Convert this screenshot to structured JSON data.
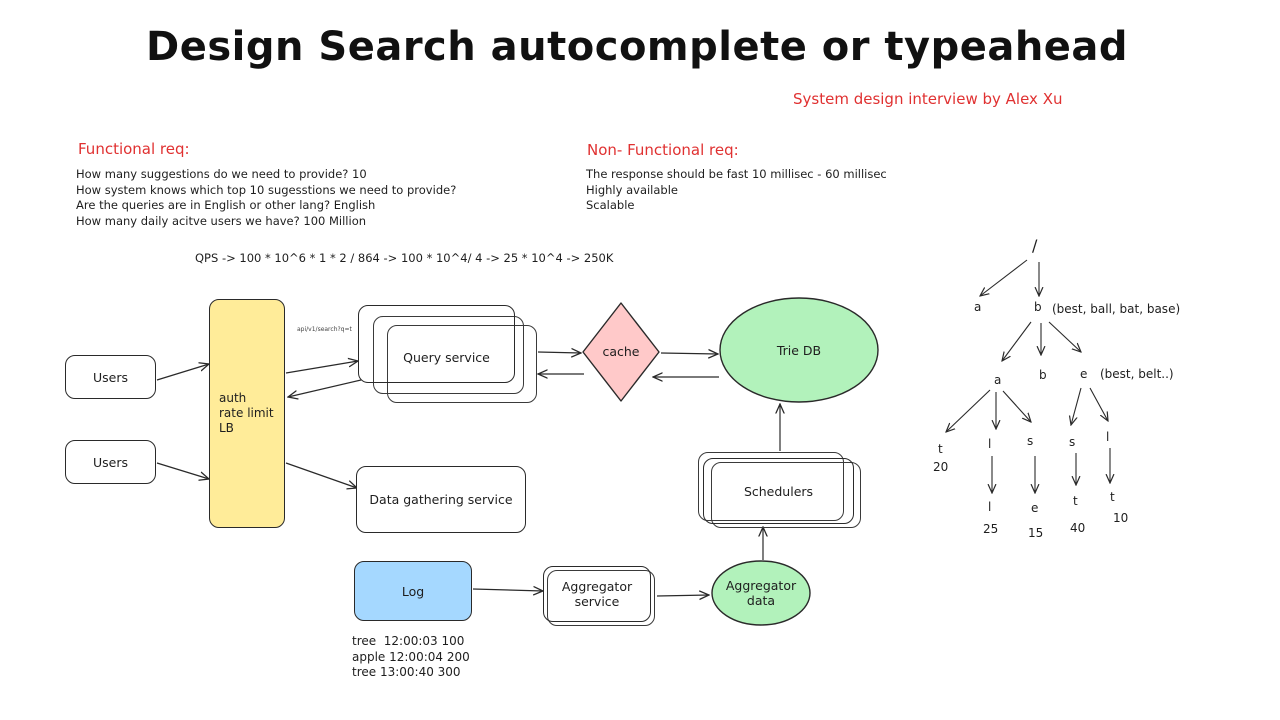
{
  "title": "Design Search autocomplete or typeahead",
  "subtitle": "System design interview by Alex Xu",
  "functional": {
    "heading": "Functional req:",
    "items": [
      "How many suggestions do we need to provide? 10",
      "How system knows which top 10 sugesstions we need to provide?",
      "Are the queries are in English or other lang? English",
      "How many daily acitve users we have? 100 Million"
    ]
  },
  "non_functional": {
    "heading": "Non- Functional req:",
    "items": [
      "The response should be fast 10 millisec - 60 millisec",
      "Highly available",
      "Scalable"
    ]
  },
  "qps": "QPS -> 100 * 10^6 * 1 * 2 / 864 -> 100 * 10^4/ 4 -> 25 * 10^4 -> 250K",
  "diagram": {
    "users_1": "Users",
    "users_2": "Users",
    "lb": "auth\nrate limit\nLB",
    "api": "api/v1/search?q=t",
    "query_service": "Query service",
    "cache": "cache",
    "trie_db": "Trie DB",
    "data_gathering": "Data gathering service",
    "schedulers": "Schedulers",
    "log": "Log",
    "aggregator_service": "Aggregator\nservice",
    "aggregator_data": "Aggregator\ndata",
    "log_entries": "tree  12:00:03 100\napple 12:00:04 200\ntree 13:00:40 300"
  },
  "colors": {
    "accent_red": "#e03131",
    "lb_fill": "#ffec99",
    "cache_fill": "#ffc9c9",
    "trie_fill": "#b2f2bb",
    "log_fill": "#a5d8ff"
  },
  "trie": {
    "root": "/",
    "n_a": "a",
    "n_b": "b",
    "b_list": "(best, ball, bat, base)",
    "n_ba": "a",
    "n_bb": "b",
    "n_be": "e",
    "e_list": "(best, belt..)",
    "n_t": "t",
    "v_t": "20",
    "n_l": "l",
    "n_ll": "l",
    "v_l": "25",
    "n_s": "s",
    "n_se": "e",
    "v_s": "15",
    "n_es": "s",
    "n_est": "t",
    "v_es": "40",
    "n_el": "l",
    "n_elt": "t",
    "v_el": "10"
  }
}
